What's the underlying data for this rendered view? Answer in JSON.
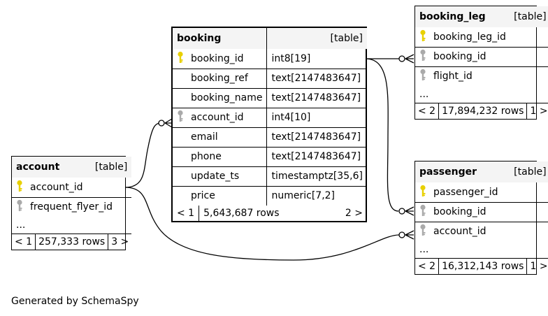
{
  "colors": {
    "primary_key": "#e8d000",
    "foreign_key": "#aaaaaa",
    "header_bg": "#f4f4f4"
  },
  "tables": {
    "booking": {
      "name": "booking",
      "kind": "[table]",
      "columns": [
        {
          "name": "booking_id",
          "type": "int8[19]",
          "key": "primary-key-icon"
        },
        {
          "name": "booking_ref",
          "type": "text[2147483647]",
          "key": ""
        },
        {
          "name": "booking_name",
          "type": "text[2147483647]",
          "key": ""
        },
        {
          "name": "account_id",
          "type": "int4[10]",
          "key": "foreign-key-icon"
        },
        {
          "name": "email",
          "type": "text[2147483647]",
          "key": ""
        },
        {
          "name": "phone",
          "type": "text[2147483647]",
          "key": ""
        },
        {
          "name": "update_ts",
          "type": "timestamptz[35,6]",
          "key": ""
        },
        {
          "name": "price",
          "type": "numeric[7,2]",
          "key": ""
        }
      ],
      "footer": {
        "parents": "< 1",
        "rows": "5,643,687 rows",
        "children": "2 >"
      }
    },
    "account": {
      "name": "account",
      "kind": "[table]",
      "columns": [
        {
          "name": "account_id",
          "key": "primary-key-icon"
        },
        {
          "name": "frequent_flyer_id",
          "key": "foreign-key-icon"
        }
      ],
      "ellipsis": "...",
      "footer": {
        "parents": "< 1",
        "rows": "257,333 rows",
        "children": "3 >"
      }
    },
    "booking_leg": {
      "name": "booking_leg",
      "kind": "[table]",
      "columns": [
        {
          "name": "booking_leg_id",
          "key": "primary-key-icon"
        },
        {
          "name": "booking_id",
          "key": "foreign-key-icon"
        },
        {
          "name": "flight_id",
          "key": "foreign-key-icon"
        }
      ],
      "ellipsis": "...",
      "footer": {
        "parents": "< 2",
        "rows": "17,894,232 rows",
        "children": "1 >"
      }
    },
    "passenger": {
      "name": "passenger",
      "kind": "[table]",
      "columns": [
        {
          "name": "passenger_id",
          "key": "primary-key-icon"
        },
        {
          "name": "booking_id",
          "key": "foreign-key-icon"
        },
        {
          "name": "account_id",
          "key": "foreign-key-icon"
        }
      ],
      "ellipsis": "...",
      "footer": {
        "parents": "< 2",
        "rows": "16,312,143 rows",
        "children": "1 >"
      }
    }
  },
  "generated_by": "Generated by SchemaSpy"
}
